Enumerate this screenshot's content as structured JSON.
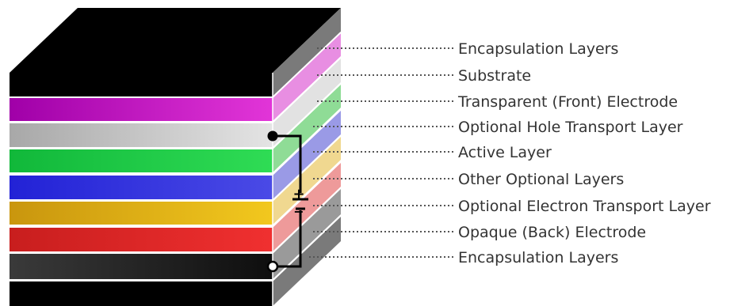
{
  "layers": [
    {
      "id": "encapsulation-top",
      "label": "Encapsulation Layers",
      "front_dark": "#000000",
      "front_light": "#000000",
      "side": "#7a7a7a"
    },
    {
      "id": "substrate",
      "label": "Substrate",
      "front_dark": "#a000a8",
      "front_light": "#e235d8",
      "side": "#e88ee2"
    },
    {
      "id": "transparent-electrode",
      "label": "Transparent (Front) Electrode",
      "front_dark": "#a8a8a8",
      "front_light": "#e4e4e4",
      "side": "#e2e2e2"
    },
    {
      "id": "hole-transport",
      "label": "Optional Hole Transport Layer",
      "front_dark": "#11b83a",
      "front_light": "#2fdc55",
      "side": "#8fdc96"
    },
    {
      "id": "active",
      "label": "Active Layer",
      "front_dark": "#2222d6",
      "front_light": "#4a4ae6",
      "side": "#9a9ae6"
    },
    {
      "id": "other-optional",
      "label": "Other Optional Layers",
      "front_dark": "#c9960e",
      "front_light": "#f2c81e",
      "side": "#f0d890"
    },
    {
      "id": "electron-transport",
      "label": "Optional Electron Transport Layer",
      "front_dark": "#c81e1e",
      "front_light": "#f03030",
      "side": "#ee9a9a"
    },
    {
      "id": "back-electrode",
      "label": "Opaque (Back) Electrode",
      "front_dark": "#3a3a3a",
      "front_light": "#0e0e0e",
      "side": "#9a9a9a"
    },
    {
      "id": "encapsulation-bottom",
      "label": "Encapsulation Layers",
      "front_dark": "#000000",
      "front_light": "#000000",
      "side": "#7a7a7a"
    }
  ],
  "colors": {
    "top_face": "#000000",
    "circuit": "#000000",
    "leader": "#555555"
  },
  "battery": {
    "plus": "+",
    "minus": "−"
  }
}
